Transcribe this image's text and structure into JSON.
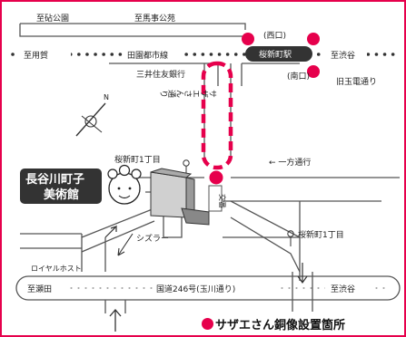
{
  "colors": {
    "frame": "#e6004c",
    "marker": "#e6004c",
    "road": "#555555",
    "building": "#888888",
    "label_bg": "#333333"
  },
  "rail": {
    "station": "桜新町駅",
    "line_name": "田園都市線",
    "to_left": "至用賀",
    "to_right": "至渋谷"
  },
  "exits": {
    "west": "(西口)",
    "south": "(南口)"
  },
  "labels": {
    "kinuta_park": "至砧公園",
    "bajikouen": "至馬事公苑",
    "mitsui_bank": "三井住友銀行",
    "old_tamaden": "旧玉電通り",
    "sazaesan_dori": "サザエさん通り",
    "sakurashinmachi_1": "桜新町1丁目",
    "sakurashinmachi_1_lower": "桜新町1丁目",
    "koban": "交番",
    "one_way": "← 一方通行",
    "sizzler": "シズラー",
    "royal_host": "ロイヤルホスト",
    "route246": "国道246号(玉川通り)",
    "to_seta": "至瀬田",
    "to_shibuya_bottom": "至渋谷",
    "museum": "長谷川町子美術館",
    "museum_line1": "長谷川町子",
    "museum_line2": "美術館"
  },
  "legend": {
    "text": "サザエさん銅像設置箇所"
  },
  "icons": [
    "compass-icon",
    "statue-marker-icon",
    "sazaesan-character-icon",
    "bus-stop-icon"
  ]
}
